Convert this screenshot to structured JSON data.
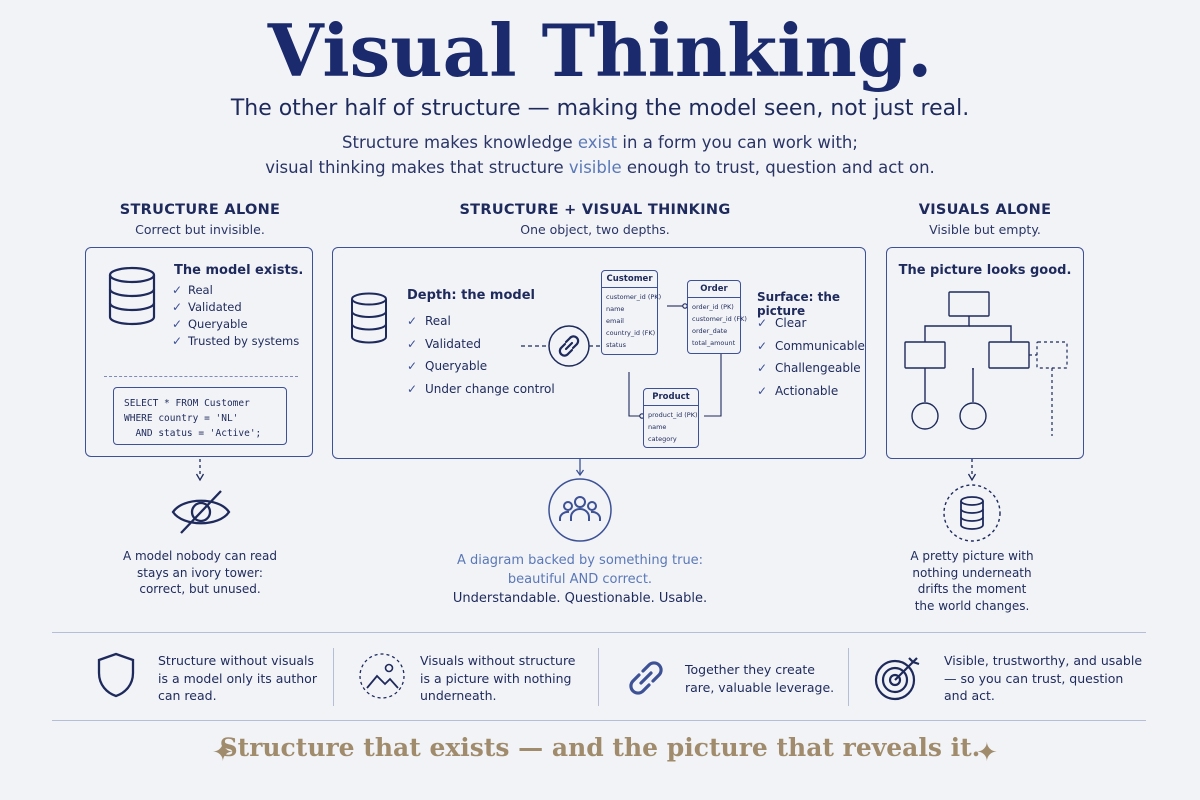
{
  "title": "Visual Thinking.",
  "subtitle": "The other half of structure — making the model seen, not just real.",
  "intro": {
    "line1_a": "Structure makes knowledge ",
    "line1_hl": "exist",
    "line1_b": " in a form you can work with;",
    "line2_a": "visual thinking makes that structure ",
    "line2_hl": "visible",
    "line2_b": " enough to trust, question and act on."
  },
  "columns": {
    "left": {
      "heading": "STRUCTURE ALONE",
      "sub": "Correct but invisible.",
      "panel_title": "The model exists.",
      "checks": [
        "Real",
        "Validated",
        "Queryable",
        "Trusted by systems"
      ],
      "code": [
        "SELECT * FROM Customer",
        "WHERE country = 'NL'",
        "  AND status = 'Active';"
      ],
      "icon": "eye-off-icon",
      "caption": [
        "A model nobody can read",
        "stays an ivory tower:",
        "correct, but unused."
      ]
    },
    "middle": {
      "heading": "STRUCTURE + VISUAL THINKING",
      "sub": "One object, two depths.",
      "depth_title": "Depth: the model",
      "depth_checks": [
        "Real",
        "Validated",
        "Queryable",
        "Under change control"
      ],
      "surface_title": "Surface: the picture",
      "surface_checks": [
        "Clear",
        "Communicable",
        "Challengeable",
        "Actionable"
      ],
      "entities": [
        {
          "name": "Customer",
          "fields": [
            "customer_id (PK)",
            "name",
            "email",
            "country_id (FK)",
            "status"
          ]
        },
        {
          "name": "Order",
          "fields": [
            "order_id (PK)",
            "customer_id (FK)",
            "order_date",
            "total_amount"
          ]
        },
        {
          "name": "Product",
          "fields": [
            "product_id (PK)",
            "name",
            "category"
          ]
        }
      ],
      "icon": "people-group-icon",
      "caption_accent": [
        "A diagram backed by something true:",
        "beautiful AND correct."
      ],
      "caption_plain": "Understandable. Questionable. Usable."
    },
    "right": {
      "heading": "VISUALS ALONE",
      "sub": "Visible but empty.",
      "panel_title": "The picture looks good.",
      "icon": "empty-database-icon",
      "caption": [
        "A pretty picture with",
        "nothing underneath",
        "drifts the moment",
        "the world changes."
      ]
    }
  },
  "footer": [
    {
      "icon": "shield-icon",
      "text": [
        "Structure without visuals",
        "is a model only its author",
        "can read."
      ]
    },
    {
      "icon": "image-icon",
      "text": [
        "Visuals without structure",
        "is a picture with nothing",
        "underneath."
      ]
    },
    {
      "icon": "link-icon",
      "text": [
        "Together they create",
        "rare, valuable leverage."
      ]
    },
    {
      "icon": "target-icon",
      "text": [
        "Visible, trustworthy, and usable",
        "— so you can trust, question",
        "and act."
      ]
    }
  ],
  "tagline": "Structure that exists — and the picture that reveals it.",
  "colors": {
    "navy": "#1e2a5c",
    "accent": "#5a78b8",
    "gold": "#a08c6c",
    "background": "#f2f3f6"
  }
}
